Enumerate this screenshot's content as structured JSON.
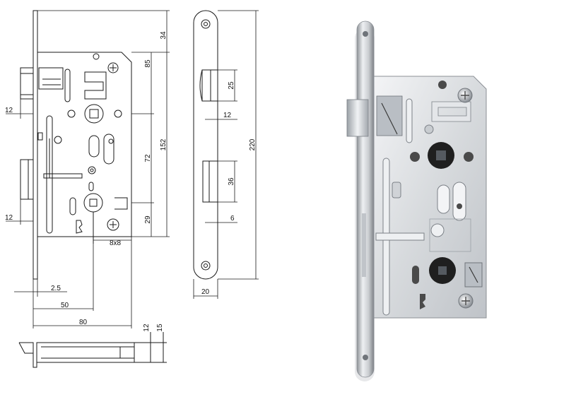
{
  "drawing": {
    "dimensions": {
      "faceplate_top": "34",
      "backset_to_square": "85",
      "body_height": "152",
      "square_to_keyhole": "72",
      "keyhole_to_bottom": "29",
      "latch_projection": "12",
      "bolt_projection": "12",
      "forend_length": "220",
      "latch_height": "25",
      "latch_side_projection": "12",
      "bolt_height": "36",
      "bolt_side_projection": "6",
      "forend_width": "20",
      "forend_thickness": "2.5",
      "backset": "50",
      "case_width": "80",
      "spindle_size": "8x8",
      "case_depth": "12",
      "total_depth": "15"
    }
  },
  "colors": {
    "line": "#1a1a1a",
    "plate": "#d9dbde",
    "plate_dark": "#9ea2a8",
    "accent": "#2b2b2b"
  }
}
